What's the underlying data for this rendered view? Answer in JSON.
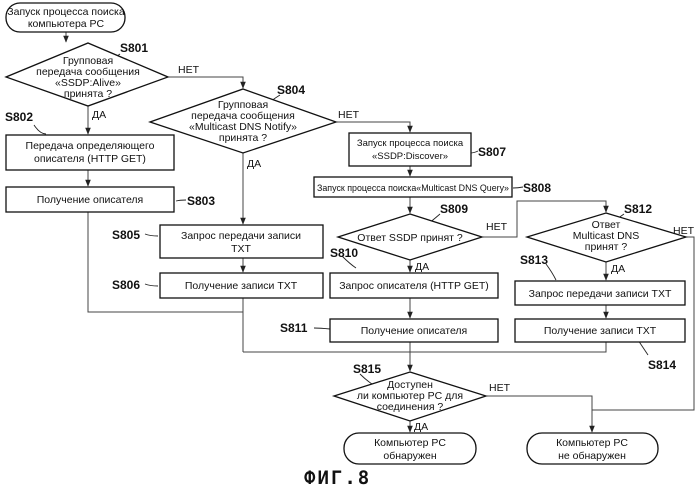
{
  "nodes": {
    "start": [
      "Запуск процесса поиска",
      "компьютера PC"
    ],
    "d801": [
      "Групповая",
      "передача сообщения",
      "«SSDP:Alive»",
      "принята ?"
    ],
    "b802": [
      "Передача определяющего",
      "описателя (HTTP GET)"
    ],
    "b803": [
      "Получение описателя"
    ],
    "d804": [
      "Групповая",
      "передача сообщения",
      "«Multicast DNS Notify»",
      "принята ?"
    ],
    "b805": [
      "Запрос передачи записи",
      "TXT"
    ],
    "b806": [
      "Получение записи TXT"
    ],
    "b807": [
      "Запуск процесса поиска",
      "«SSDP:Discover»"
    ],
    "b808": [
      "Запуск процесса поиска«Multicast DNS Query»"
    ],
    "d809": [
      "Ответ SSDP принят ?"
    ],
    "b810": [
      "Запрос описателя (HTTP GET)"
    ],
    "b811": [
      "Получение описателя"
    ],
    "d812": [
      "Ответ",
      "Multicast DNS",
      "принят ?"
    ],
    "b813": [
      "Запрос передачи записи TXT"
    ],
    "b814": [
      "Получение записи TXT"
    ],
    "d815": [
      "Доступен",
      "ли компьютер PC для",
      "соединения ?"
    ],
    "end_found": [
      "Компьютер PC",
      "обнаружен"
    ],
    "end_not_found": [
      "Компьютер PC",
      "не обнаружен"
    ]
  },
  "steps": {
    "s801": "S801",
    "s802": "S802",
    "s803": "S803",
    "s804": "S804",
    "s805": "S805",
    "s806": "S806",
    "s807": "S807",
    "s808": "S808",
    "s809": "S809",
    "s810": "S810",
    "s811": "S811",
    "s812": "S812",
    "s813": "S813",
    "s814": "S814",
    "s815": "S815"
  },
  "branches": {
    "yes": "ДА",
    "no": "НЕТ"
  },
  "figure_caption": "ФИГ.8"
}
